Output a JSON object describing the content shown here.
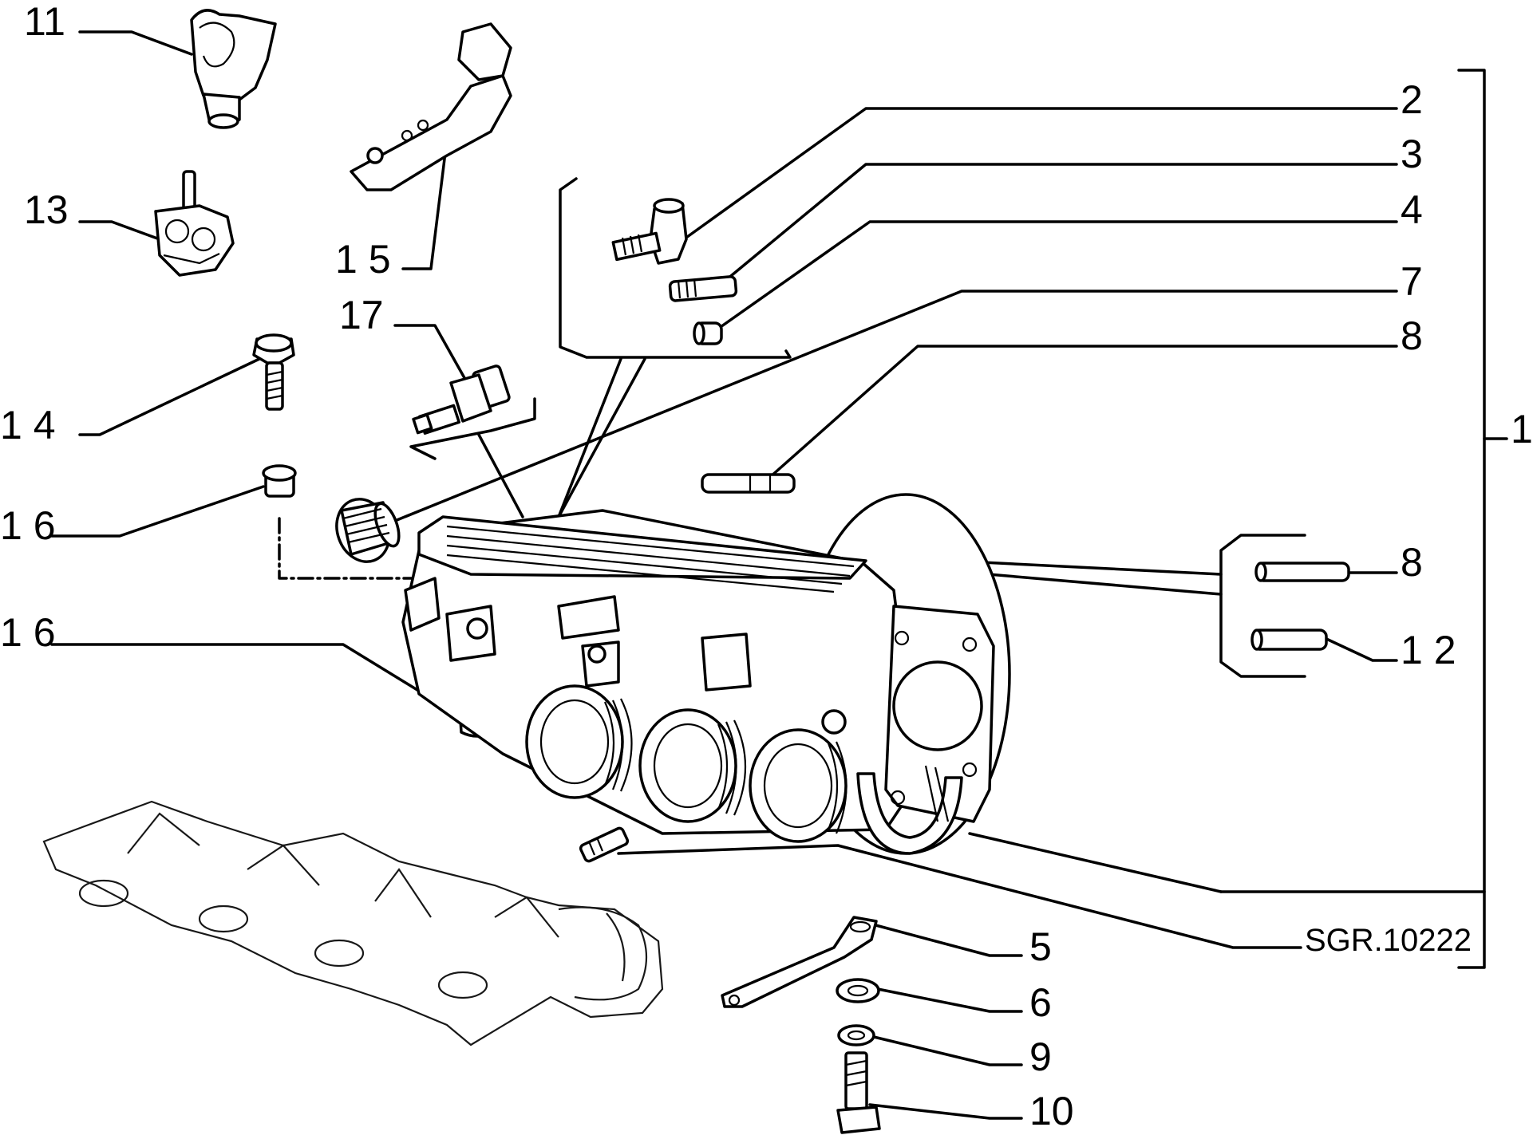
{
  "diagram": {
    "reference_code": "SGR.10222",
    "labels": {
      "p1": "1",
      "p2": "2",
      "p3": "3",
      "p4": "4",
      "p5": "5",
      "p6": "6",
      "p7": "7",
      "p8a": "8",
      "p8b": "8",
      "p9": "9",
      "p10": "10",
      "p11": "11",
      "p12": "1 2",
      "p13": "13",
      "p14": "1 4",
      "p15": "1 5",
      "p16a": "1 6",
      "p16b": "1 6",
      "p17": "17"
    }
  }
}
